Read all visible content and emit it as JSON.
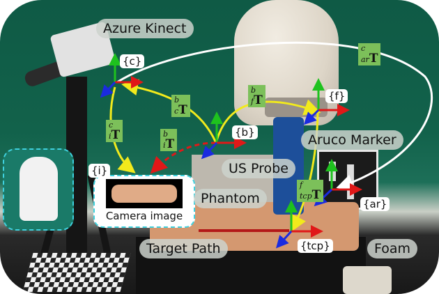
{
  "figure": {
    "labels": {
      "azure_kinect": "Azure Kinect",
      "aruco_marker": "Aruco Marker",
      "us_probe": "US Probe",
      "phantom": "Phantom",
      "target_path": "Target Path",
      "foam": "Foam",
      "camera_image": "Camera image"
    },
    "frames": {
      "c": "{c}",
      "f": "{f}",
      "b": "{b}",
      "i": "{i}",
      "ar": "{ar}",
      "tcp": "{tcp}"
    },
    "transforms": [
      {
        "id": "b_c_T",
        "sup": "b",
        "sub": "c",
        "symbol": "T"
      },
      {
        "id": "b_f_T",
        "sup": "b",
        "sub": "f",
        "symbol": "T"
      },
      {
        "id": "c_i_T",
        "sup": "c",
        "sub": "i",
        "symbol": "T"
      },
      {
        "id": "b_i_T",
        "sup": "b",
        "sub": "i",
        "symbol": "T"
      },
      {
        "id": "c_ar_T",
        "sup": "c",
        "sub": "ar",
        "symbol": "T"
      },
      {
        "id": "f_tcp_T",
        "sup": "f",
        "sub": "tcp",
        "symbol": "T"
      }
    ],
    "colors": {
      "transform_arrow": "#f2ea1c",
      "estimated_arrow": "#e01818",
      "aruco_arrow": "#ffffff",
      "axis_x": "#e01818",
      "axis_y": "#1ec21e",
      "axis_z": "#1a2be0",
      "transform_box": "#7cc05a",
      "inset_border": "#3fd1de"
    }
  }
}
